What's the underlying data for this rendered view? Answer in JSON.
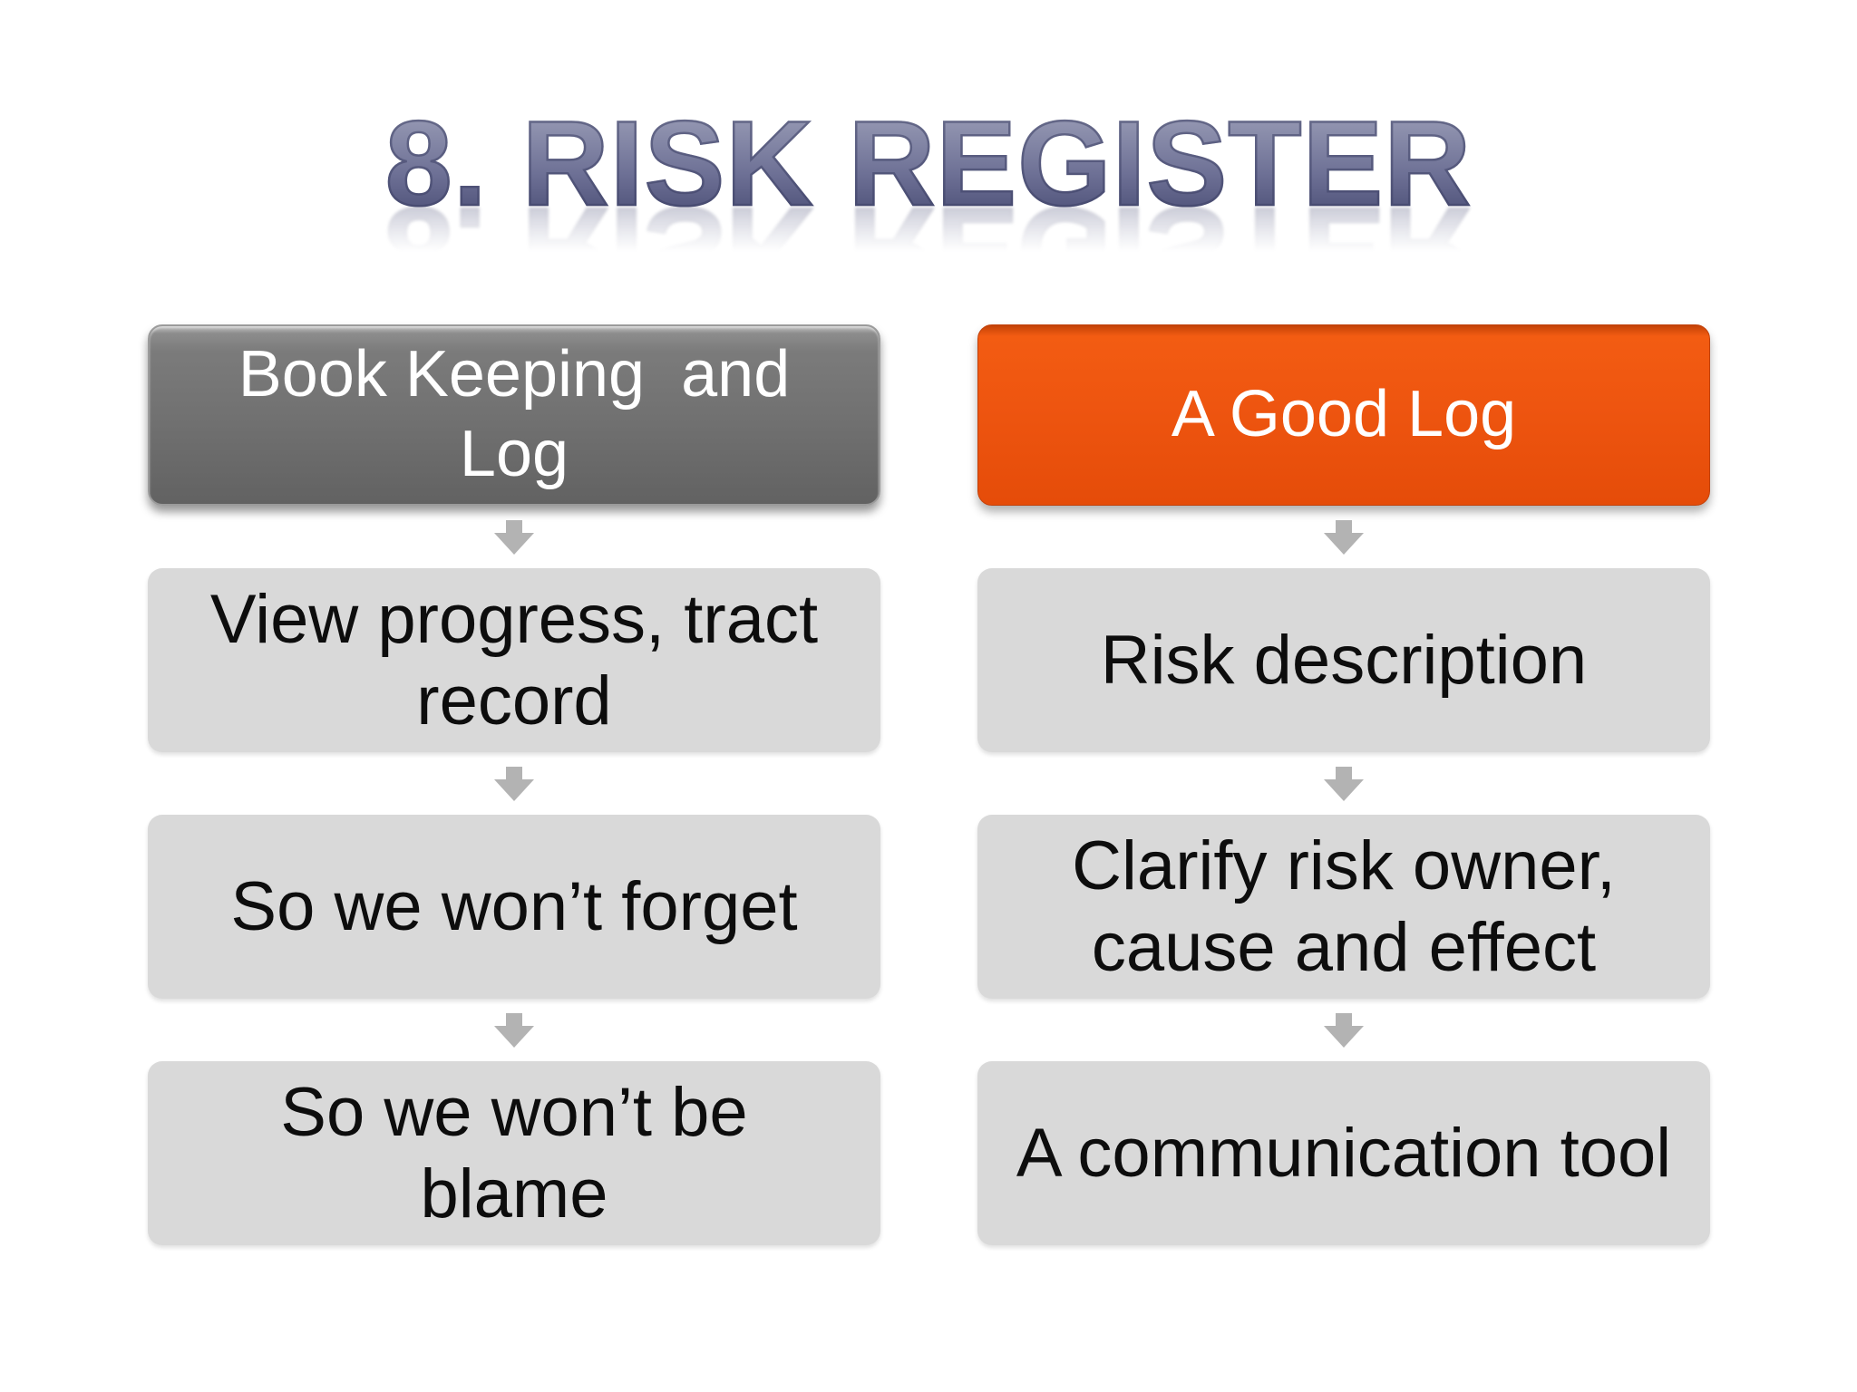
{
  "slide": {
    "title": "8. RISK REGISTER",
    "colors": {
      "background": "#ffffff",
      "title_gradient_top": "#a2a5bc",
      "title_gradient_bottom": "#4a4d74",
      "gray_header": "#6f6f6f",
      "orange_header": "#ea520e",
      "item_box": "#d9d9d9",
      "arrow": "#b3b3b3",
      "item_text": "#0d0d0d",
      "header_text": "#ffffff"
    },
    "columns": [
      {
        "header": "Book Keeping  and\nLog",
        "style": "gray",
        "items": [
          "View progress, tract\nrecord",
          "So we won’t forget",
          "So we won’t be\nblame"
        ]
      },
      {
        "header": "A Good Log",
        "style": "orange",
        "items": [
          "Risk description",
          "Clarify risk owner,\ncause and effect",
          "A communication tool"
        ]
      }
    ]
  }
}
